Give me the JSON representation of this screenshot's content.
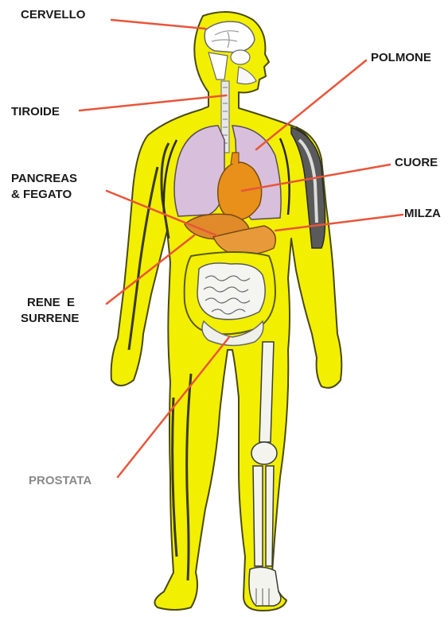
{
  "labels": {
    "cervello": "CERVELLO",
    "tiroide": "TIROIDE",
    "pancreas_line1": "PANCREAS",
    "pancreas_line2": "& FEGATO",
    "rene_line1": "RENE  E",
    "rene_line2": "SURRENE",
    "prostata": "PROSTATA",
    "polmone": "POLMONE",
    "cuore": "CUORE",
    "milza": "MILZA"
  },
  "colors": {
    "body": "#f2ef00",
    "outline": "#4a4a10",
    "lung": "#d8c0dc",
    "heart": "#e8901a",
    "liver": "#e08a2a",
    "intestine": "#f4f4f0",
    "bone": "#f4f4ee",
    "leader_line": "#e8553a"
  },
  "icons": {
    "figure": "human-body-anatomy-icon"
  }
}
